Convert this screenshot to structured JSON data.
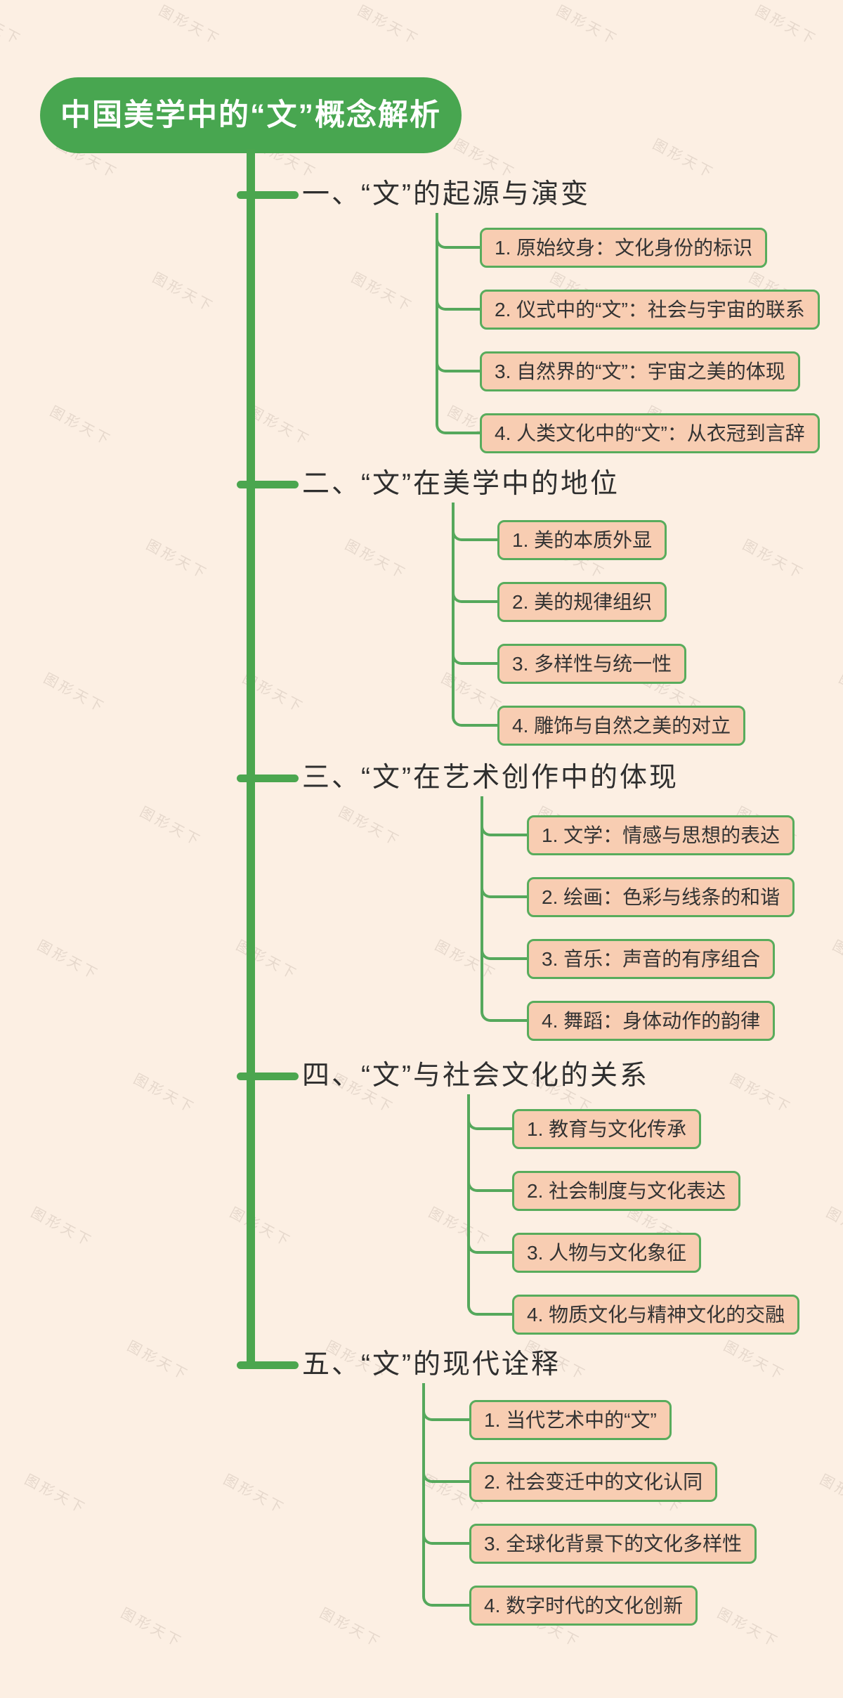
{
  "root": {
    "label": "中国美学中的“文”概念解析"
  },
  "branches": [
    {
      "label": "一、“文”的起源与演变",
      "children": [
        "1. 原始纹身：文化身份的标识",
        "2. 仪式中的“文”：社会与宇宙的联系",
        "3. 自然界的“文”：宇宙之美的体现",
        "4. 人类文化中的“文”：从衣冠到言辞"
      ]
    },
    {
      "label": "二、“文”在美学中的地位",
      "children": [
        "1. 美的本质外显",
        "2. 美的规律组织",
        "3. 多样性与统一性",
        "4. 雕饰与自然之美的对立"
      ]
    },
    {
      "label": "三、“文”在艺术创作中的体现",
      "children": [
        "1. 文学：情感与思想的表达",
        "2. 绘画：色彩与线条的和谐",
        "3. 音乐：声音的有序组合",
        "4. 舞蹈：身体动作的韵律"
      ]
    },
    {
      "label": "四、“文”与社会文化的关系",
      "children": [
        "1. 教育与文化传承",
        "2. 社会制度与文化表达",
        "3. 人物与文化象征",
        "4. 物质文化与精神文化的交融"
      ]
    },
    {
      "label": "五、“文”的现代诠释",
      "children": [
        "1. 当代艺术中的“文”",
        "2. 社会变迁中的文化认同",
        "3. 全球化背景下的文化多样性",
        "4. 数字时代的文化创新"
      ]
    }
  ],
  "watermark": {
    "text": "图形天下"
  },
  "colors": {
    "background": "#FCEFE3",
    "root_fill": "#48A650",
    "trunk_green": "#4BA64F",
    "connector_green": "#55A85C",
    "node_border": "#58AC5C",
    "node_fill": "#F8CDB2",
    "heading_text": "#2E2E2E",
    "node_text": "#333333",
    "root_text": "#FFFFFF"
  }
}
